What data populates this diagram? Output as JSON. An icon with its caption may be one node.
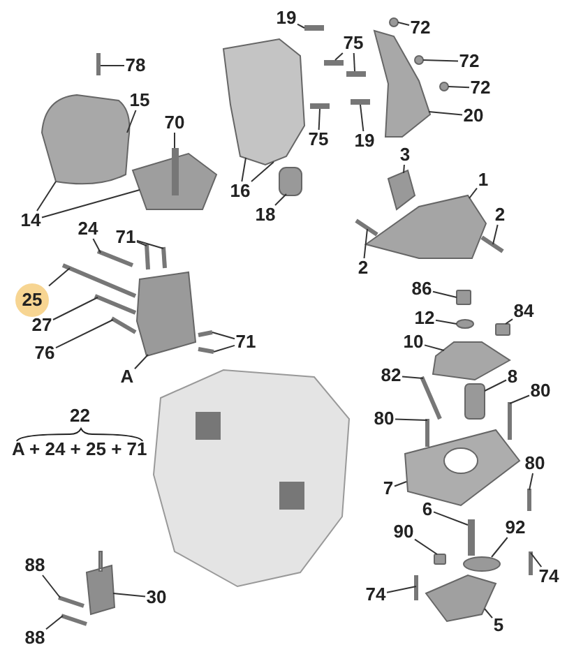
{
  "diagram": {
    "nodes": [
      {
        "text": [
          "78"
        ]
      },
      {
        "text": [
          "15"
        ]
      },
      {
        "text": [
          "70"
        ]
      },
      {
        "text": [
          "14"
        ]
      },
      {
        "text": [
          "19"
        ]
      },
      {
        "text": [
          "75"
        ]
      },
      {
        "text": [
          "72"
        ]
      },
      {
        "text": [
          "72"
        ]
      },
      {
        "text": [
          "72"
        ]
      },
      {
        "text": [
          "20"
        ]
      },
      {
        "text": [
          "75"
        ]
      },
      {
        "text": [
          "19"
        ]
      },
      {
        "text": [
          "16"
        ]
      },
      {
        "text": [
          "18"
        ]
      },
      {
        "text": [
          "3"
        ]
      },
      {
        "text": [
          "1"
        ]
      },
      {
        "text": [
          "2"
        ]
      },
      {
        "text": [
          "2"
        ]
      },
      {
        "text": [
          "24"
        ]
      },
      {
        "text": [
          "71"
        ]
      },
      {
        "text": [
          "25"
        ]
      },
      {
        "text": [
          "27"
        ]
      },
      {
        "text": [
          "71"
        ]
      },
      {
        "text": [
          "76"
        ]
      },
      {
        "text": [
          "A"
        ]
      },
      {
        "text": [
          "86"
        ]
      },
      {
        "text": [
          "12"
        ]
      },
      {
        "text": [
          "84"
        ]
      },
      {
        "text": [
          "10"
        ]
      },
      {
        "text": [
          "82"
        ]
      },
      {
        "text": [
          "8"
        ]
      },
      {
        "text": [
          "80"
        ]
      },
      {
        "text": [
          "80"
        ]
      },
      {
        "text": [
          "80"
        ]
      },
      {
        "text": [
          "7"
        ]
      },
      {
        "text": [
          "6"
        ]
      },
      {
        "text": [
          "92"
        ]
      },
      {
        "text": [
          "90"
        ]
      },
      {
        "text": [
          "74"
        ]
      },
      {
        "text": [
          "74"
        ]
      },
      {
        "text": [
          "5"
        ]
      },
      {
        "text": [
          "88"
        ]
      },
      {
        "text": [
          "88"
        ]
      },
      {
        "text": [
          "30"
        ]
      },
      {
        "text": [],
        "shape": "bar"
      },
      {
        "text": [],
        "shape": "polygon"
      },
      {
        "text": [],
        "shape": "polygon"
      },
      {
        "text": [],
        "shape": "bar"
      },
      {
        "text": [],
        "shape": "bar"
      },
      {
        "text": [],
        "shape": "bar"
      },
      {
        "text": [],
        "shape": "bar"
      },
      {
        "text": [],
        "shape": "circle"
      },
      {
        "text": [],
        "shape": "circle"
      },
      {
        "text": [],
        "shape": "circle"
      },
      {
        "text": [],
        "shape": "polygon"
      },
      {
        "text": [],
        "shape": "bar"
      },
      {
        "text": [],
        "shape": "bar"
      },
      {
        "text": [],
        "shape": "polygon"
      },
      {
        "text": [],
        "shape": "box"
      },
      {
        "text": [],
        "shape": "polygon"
      },
      {
        "text": [],
        "shape": "polygon"
      },
      {
        "text": [],
        "shape": "bar"
      },
      {
        "text": [],
        "shape": "bar"
      },
      {
        "text": [],
        "shape": "bar"
      },
      {
        "text": [],
        "shape": "bar"
      },
      {
        "text": [],
        "shape": "bar"
      },
      {
        "text": [],
        "shape": "bar"
      },
      {
        "text": [],
        "shape": "bar"
      },
      {
        "text": [],
        "shape": "bar"
      },
      {
        "text": [],
        "shape": "bar"
      },
      {
        "text": [],
        "shape": "bar"
      },
      {
        "text": [],
        "shape": "polygon"
      },
      {
        "text": [],
        "shape": "box"
      },
      {
        "text": [],
        "shape": "circle"
      },
      {
        "text": [],
        "shape": "box"
      },
      {
        "text": [],
        "shape": "polygon"
      },
      {
        "text": [],
        "shape": "bar"
      },
      {
        "text": [],
        "shape": "box"
      },
      {
        "text": [],
        "shape": "bar"
      },
      {
        "text": [],
        "shape": "bar"
      },
      {
        "text": [],
        "shape": "bar"
      },
      {
        "text": [],
        "shape": "polygon"
      },
      {
        "text": [],
        "shape": "bar"
      },
      {
        "text": [],
        "shape": "circle"
      },
      {
        "text": [],
        "shape": "box"
      },
      {
        "text": [],
        "shape": "bar"
      },
      {
        "text": [],
        "shape": "bar"
      },
      {
        "text": [],
        "shape": "polygon"
      },
      {
        "text": [],
        "shape": "bar"
      },
      {
        "text": [],
        "shape": "bar"
      },
      {
        "text": [],
        "shape": "polygon"
      }
    ],
    "edges": [
      {
        "from": 0,
        "to": 44,
        "arrow": "none"
      },
      {
        "from": 1,
        "to": 45,
        "arrow": "none"
      },
      {
        "from": 2,
        "to": 47,
        "arrow": "none"
      },
      {
        "from": 3,
        "to": 45,
        "arrow": "none"
      },
      {
        "from": 3,
        "to": 46,
        "arrow": "none"
      },
      {
        "from": 4,
        "to": 48,
        "arrow": "none"
      },
      {
        "from": 5,
        "to": 49,
        "arrow": "none"
      },
      {
        "from": 5,
        "to": 50,
        "arrow": "none"
      },
      {
        "from": 6,
        "to": 51,
        "arrow": "none"
      },
      {
        "from": 7,
        "to": 52,
        "arrow": "none"
      },
      {
        "from": 8,
        "to": 53,
        "arrow": "none"
      },
      {
        "from": 9,
        "to": 54,
        "arrow": "none"
      },
      {
        "from": 10,
        "to": 55,
        "arrow": "none"
      },
      {
        "from": 11,
        "to": 56,
        "arrow": "none"
      },
      {
        "from": 12,
        "to": 57,
        "arrow": "none"
      },
      {
        "from": 12,
        "to": 57,
        "arrow": "none"
      },
      {
        "from": 13,
        "to": 58,
        "arrow": "none"
      },
      {
        "from": 14,
        "to": 59,
        "arrow": "none"
      },
      {
        "from": 15,
        "to": 60,
        "arrow": "none"
      },
      {
        "from": 16,
        "to": 61,
        "arrow": "none"
      },
      {
        "from": 17,
        "to": 62,
        "arrow": "none"
      },
      {
        "from": 18,
        "to": 63,
        "arrow": "none"
      },
      {
        "from": 19,
        "to": 64,
        "arrow": "none"
      },
      {
        "from": 19,
        "to": 65,
        "arrow": "none"
      },
      {
        "from": 20,
        "to": 66,
        "arrow": "none"
      },
      {
        "from": 21,
        "to": 67,
        "arrow": "none"
      },
      {
        "from": 22,
        "to": 68,
        "arrow": "none"
      },
      {
        "from": 22,
        "to": 69,
        "arrow": "none"
      },
      {
        "from": 23,
        "to": 70,
        "arrow": "none"
      },
      {
        "from": 24,
        "to": 71,
        "arrow": "none"
      },
      {
        "from": 25,
        "to": 72,
        "arrow": "none"
      },
      {
        "from": 26,
        "to": 73,
        "arrow": "none"
      },
      {
        "from": 27,
        "to": 74,
        "arrow": "none"
      },
      {
        "from": 28,
        "to": 75,
        "arrow": "none"
      },
      {
        "from": 29,
        "to": 76,
        "arrow": "none"
      },
      {
        "from": 30,
        "to": 77,
        "arrow": "none"
      },
      {
        "from": 31,
        "to": 78,
        "arrow": "none"
      },
      {
        "from": 32,
        "to": 79,
        "arrow": "none"
      },
      {
        "from": 33,
        "to": 80,
        "arrow": "none"
      },
      {
        "from": 34,
        "to": 81,
        "arrow": "none"
      },
      {
        "from": 35,
        "to": 82,
        "arrow": "none"
      },
      {
        "from": 36,
        "to": 83,
        "arrow": "none"
      },
      {
        "from": 37,
        "to": 84,
        "arrow": "none"
      },
      {
        "from": 38,
        "to": 85,
        "arrow": "none"
      },
      {
        "from": 39,
        "to": 86,
        "arrow": "none"
      },
      {
        "from": 40,
        "to": 87,
        "arrow": "none"
      },
      {
        "from": 41,
        "to": 88,
        "arrow": "none"
      },
      {
        "from": 42,
        "to": 89,
        "arrow": "none"
      },
      {
        "from": 43,
        "to": 90,
        "arrow": "none"
      }
    ],
    "labels": [
      "22",
      "A + 24 + 25 + 71"
    ]
  }
}
